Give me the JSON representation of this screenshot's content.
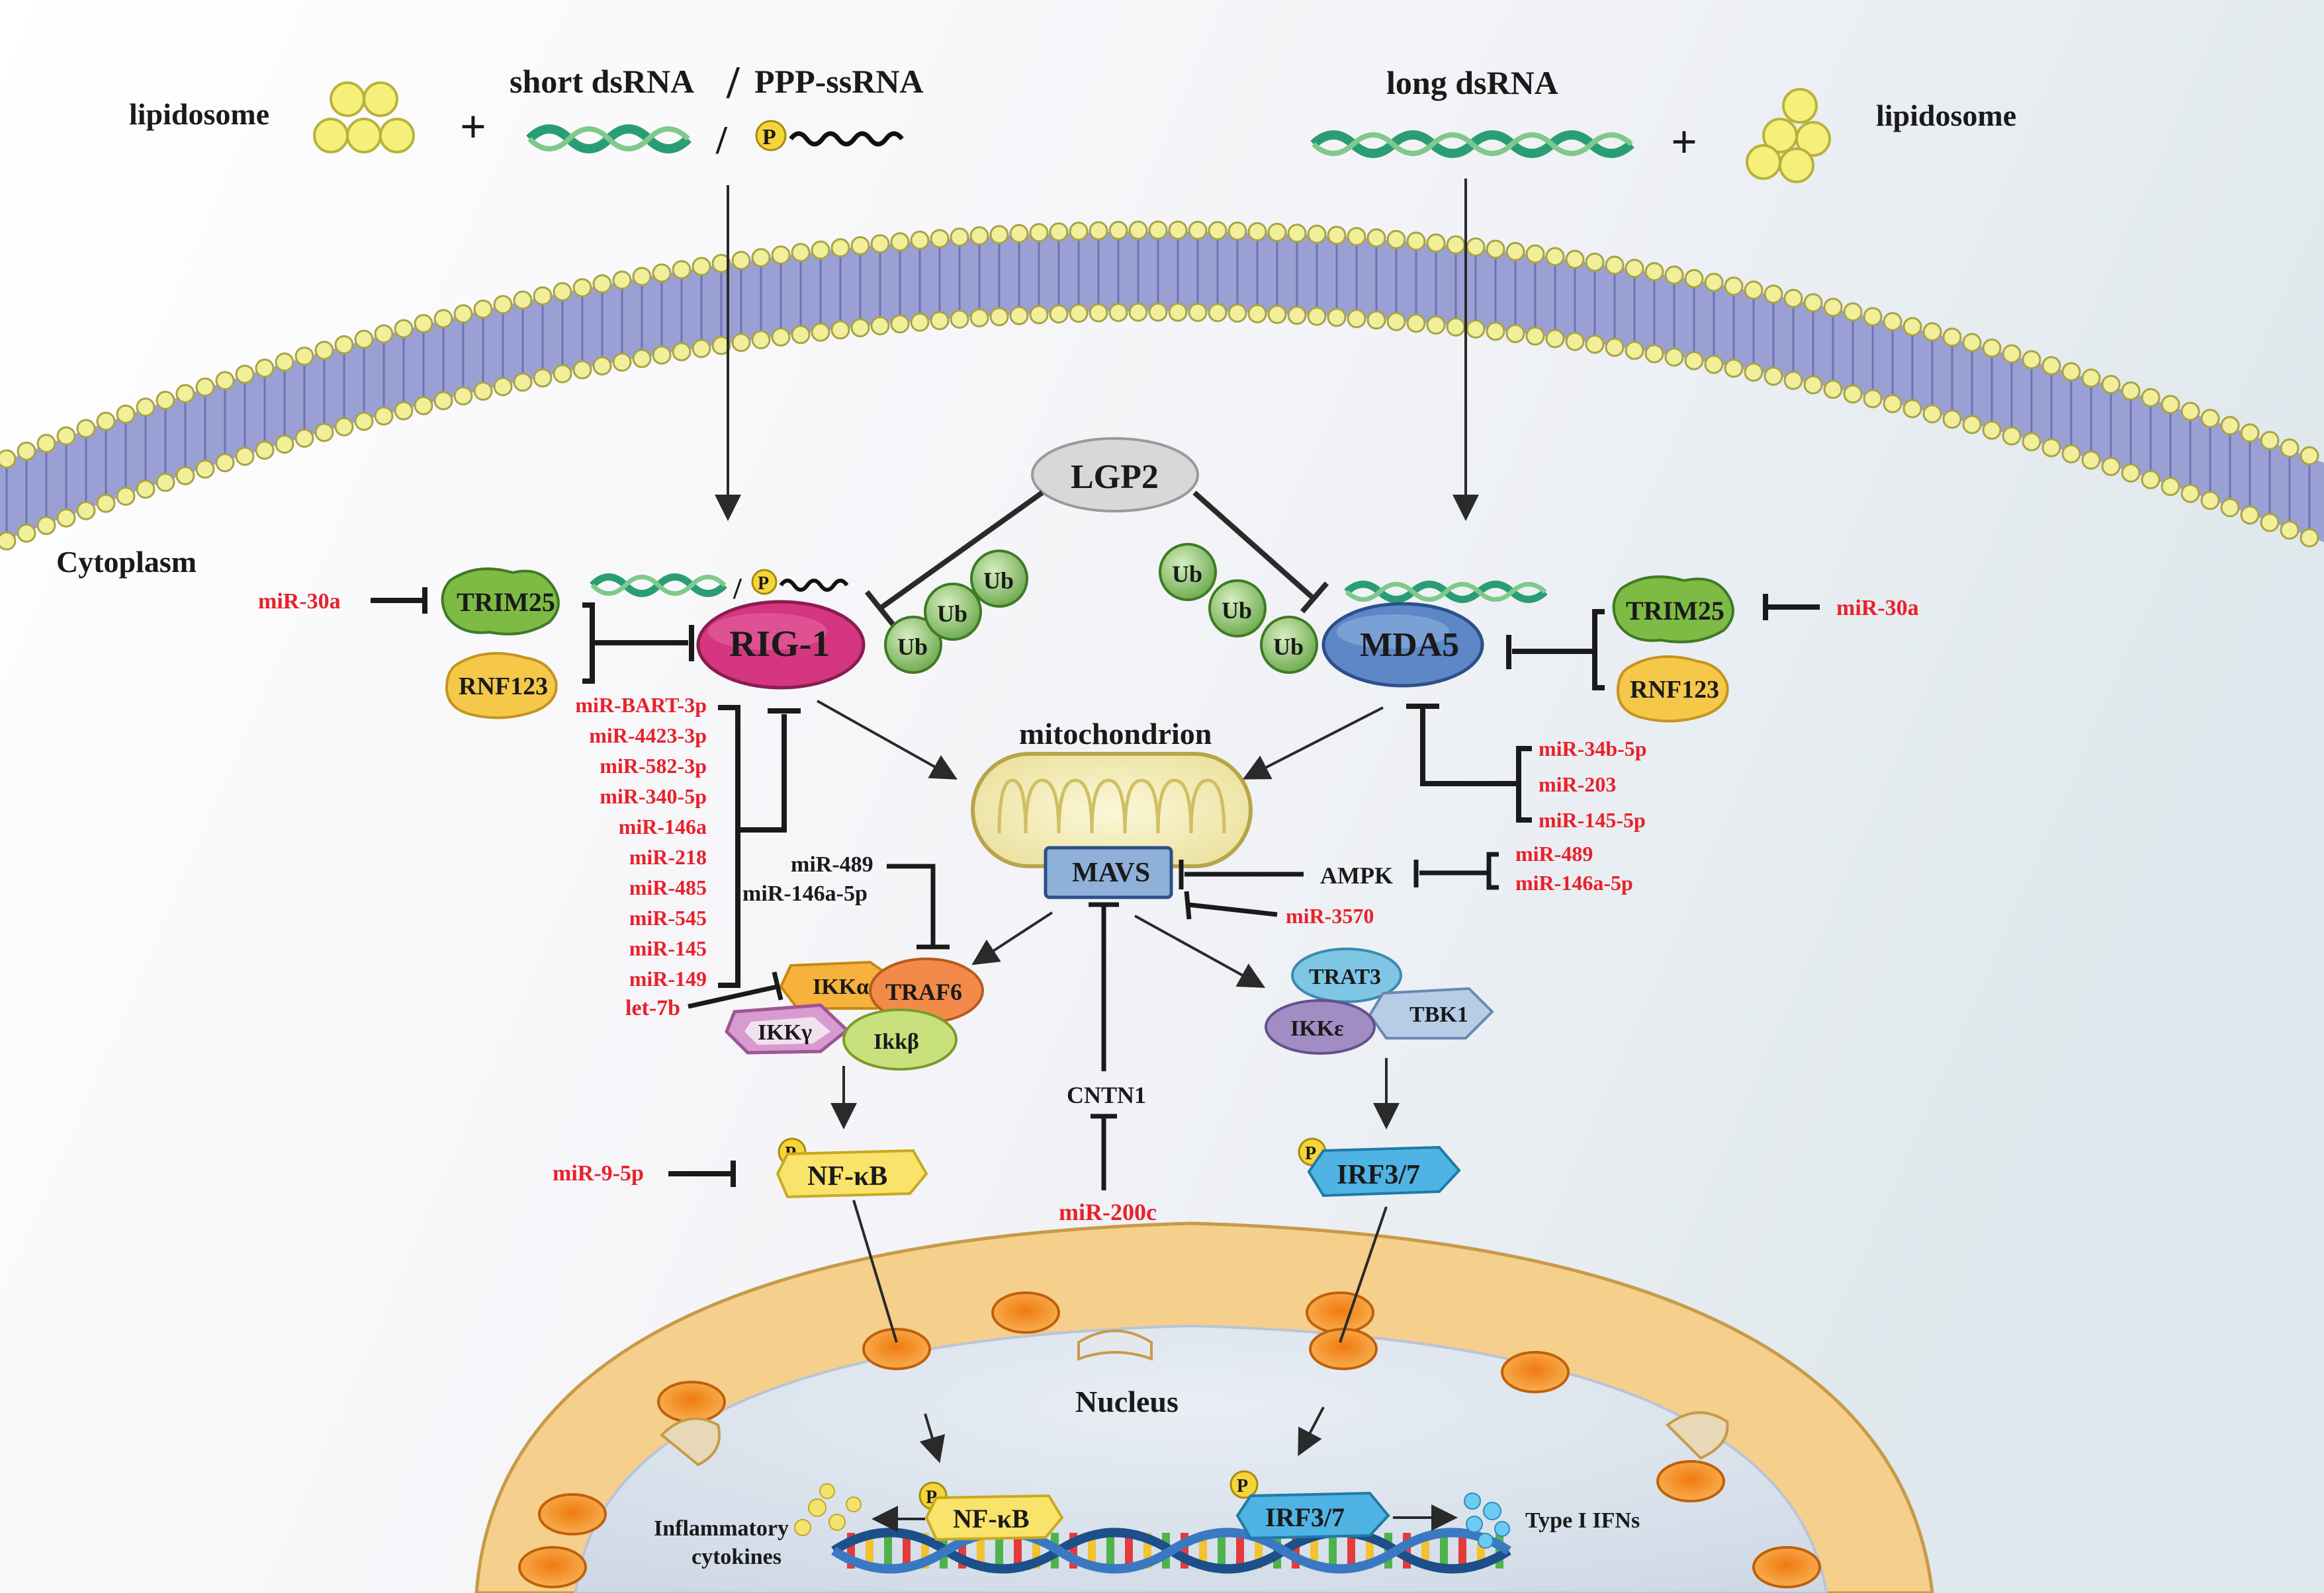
{
  "top": {
    "lipidosome_left": "lipidosome",
    "lipidosome_right": "lipidosome",
    "plus": "+",
    "short_dsrna": "short dsRNA",
    "slash": "/",
    "ppp_ssrna": "PPP-ssRNA",
    "long_dsrna": "long dsRNA",
    "p": "P"
  },
  "cytoplasm": "Cytoplasm",
  "nodes": {
    "lgp2": "LGP2",
    "rig1": "RIG-1",
    "mda5": "MDA5",
    "trim25_left": "TRIM25",
    "rnf123_left": "RNF123",
    "trim25_right": "TRIM25",
    "rnf123_right": "RNF123",
    "ub": "Ub",
    "mitochondrion": "mitochondrion",
    "mavs": "MAVS",
    "ampk": "AMPK",
    "ikka": "IKKα",
    "traf6": "TRAF6",
    "ikkg": "IKKγ",
    "ikkb": "Ikkβ",
    "trat3": "TRAT3",
    "tbk1": "TBK1",
    "ikke": "IKKε",
    "nfkb": "NF-κB",
    "irf37": "IRF3/7",
    "cntn1": "CNTN1",
    "nucleus": "Nucleus",
    "nfkb_nuc": "NF-κB",
    "irf37_nuc": "IRF3/7",
    "inflammatory": "Inflammatory",
    "cytokines": "cytokines",
    "type1ifns": "Type I IFNs"
  },
  "mirnas": {
    "mir30a_left": "miR-30a",
    "mir30a_right": "miR-30a",
    "rig1_list": [
      "miR-BART-3p",
      "miR-4423-3p",
      "miR-582-3p",
      "miR-340-5p",
      "miR-146a",
      "miR-218",
      "miR-485",
      "miR-545",
      "miR-145",
      "miR-149"
    ],
    "let7b": "let-7b",
    "mir489_black": "miR-489",
    "mir146a5p_black": "miR-146a-5p",
    "mda5_list": [
      "miR-34b-5p",
      "miR-203",
      "miR-145-5p"
    ],
    "ampk_list": [
      "miR-489",
      "miR-146a-5p"
    ],
    "mir3570": "miR-3570",
    "mir95p": "miR-9-5p",
    "mir200c": "miR-200c"
  },
  "colors": {
    "rna_red": "#e8212b",
    "membrane_blue": "#8e95cf",
    "lipid_yellow": "#f2ef9a",
    "rig1_pink": "#d4367f",
    "mda5_blue": "#5d87c6",
    "green": "#7cbb4a",
    "orange": "#f6b23d",
    "nucleus_cream": "#f6d496"
  }
}
